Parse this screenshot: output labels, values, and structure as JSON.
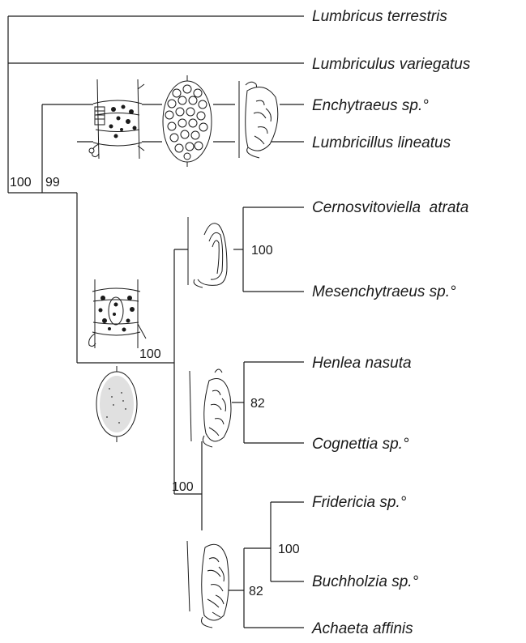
{
  "taxa": {
    "t1": "Lumbricus terrestris",
    "t2": "Lumbriculus variegatus",
    "t3": "Enchytraeus sp.°",
    "t4": "Lumbricillus lineatus",
    "t5": "Cernosvitoviella  atrata",
    "t6": "Mesenchytraeus sp.°",
    "t7": "Henlea nasuta",
    "t8": "Cognettia sp.°",
    "t9": "Fridericia sp.°",
    "t10": "Buchholzia sp.°",
    "t11": "Achaeta affinis"
  },
  "support": {
    "root": "100",
    "enchytraeidae": "99",
    "core_clade": "100",
    "cern_mesen": "100",
    "henlea_cognettia": "82",
    "basal_split": "100",
    "achaeta_group": "82",
    "frid_buch": "100"
  }
}
